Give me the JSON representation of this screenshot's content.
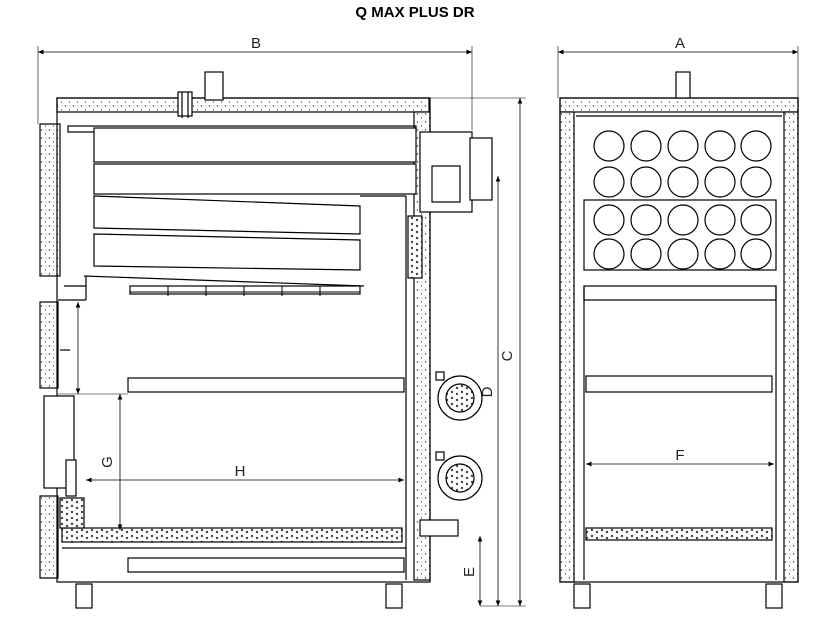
{
  "title": "Q MAX PLUS DR",
  "dimensions": {
    "A": "A",
    "B": "B",
    "C": "C",
    "D": "D",
    "E": "E",
    "F": "F",
    "G": "G",
    "H": "H",
    "I": "I"
  }
}
